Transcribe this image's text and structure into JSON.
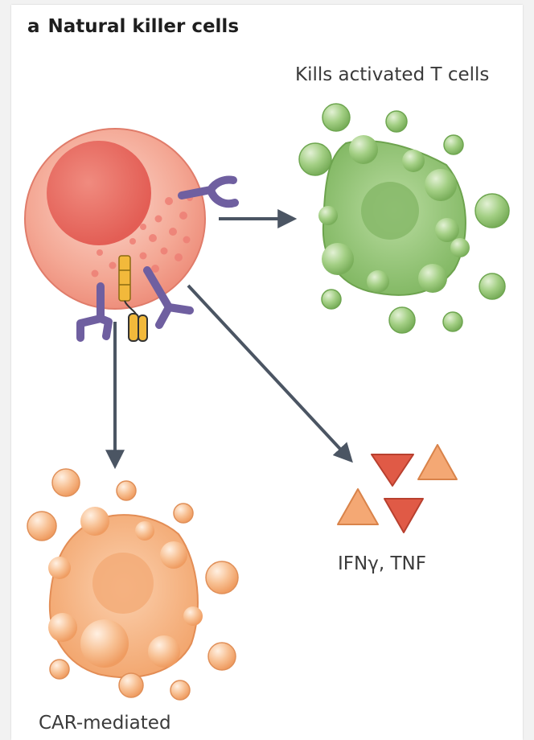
{
  "panel": {
    "letter": "a",
    "title": "Natural killer cells"
  },
  "labels": {
    "kills_t_cells": "Kills activated T cells",
    "cytokines": "IFNγ, TNF",
    "car": "CAR-mediated"
  },
  "colors": {
    "nk_cell": "#f2a191",
    "nk_nucleus": "#e8685f",
    "receptor": "#7a6aa8",
    "car_receptor": "#f2b93b",
    "t_cell": "#9ccb7c",
    "target_cell": "#f6b583",
    "cytokine_dark": "#e05a46",
    "cytokine_light": "#f4a874",
    "arrow": "#4b5563"
  }
}
